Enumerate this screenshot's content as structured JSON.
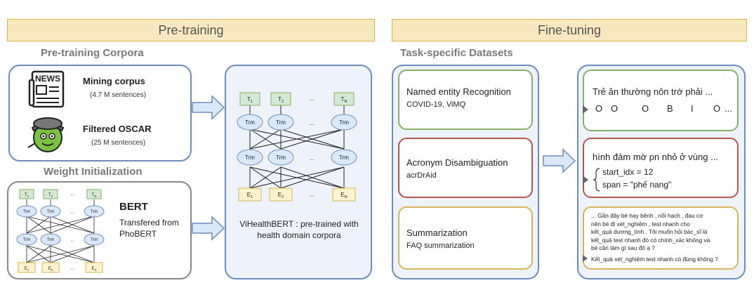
{
  "pretraining": {
    "banner": "Pre-training",
    "corpora_title": "Pre-training Corpora",
    "news_icon_text": "NEWS",
    "mining_label": "Mining corpus",
    "mining_count": "(4.7 M sentences)",
    "oscar_label": "Filtered OSCAR",
    "oscar_count": "(25 M sentences)",
    "weight_init_title": "Weight Initialization",
    "bert_label": "BERT",
    "bert_desc_1": "Transfered from",
    "bert_desc_2": "PhoBERT",
    "model_caption_1": "ViHealthBERT : pre-trained with",
    "model_caption_2": "health domain corpora"
  },
  "network": {
    "trm_label": "Trm",
    "t_labels": [
      "T",
      "T",
      "T"
    ],
    "t_subs": [
      "1",
      "2",
      "N"
    ],
    "e_labels": [
      "E",
      "E",
      "E"
    ],
    "e_subs": [
      "1",
      "2",
      "N"
    ],
    "ellipsis": "..."
  },
  "finetuning": {
    "banner": "Fine-tuning",
    "datasets_title": "Task-specific Datasets",
    "tasks": [
      {
        "name": "Named entity Recognition",
        "datasets": "COVID-19, ViMQ"
      },
      {
        "name": "Acronym Disambiguation",
        "datasets": "acrDrAid"
      },
      {
        "name": "Summarization",
        "datasets": "FAQ summarization"
      }
    ],
    "ner_example": "Trẻ ăn thường nôn trớ phải ...",
    "ner_tags": [
      "O",
      "O",
      "O",
      "B",
      "I",
      "O",
      "..."
    ],
    "acr_example": "hình đám mờ pn nhỏ ở vùng ...",
    "acr_start": "start_idx = 12",
    "acr_span": "span = \"phế nang\"",
    "sum_lines": [
      "... Gần đây bé hay bệnh , nổi hạch , đau cơ",
      "nên bé đi xét_nghiệm , test nhanh cho",
      "kết_quả dương_tính . Tôi muốn hỏi bác_sĩ là",
      "kết_quả test nhanh đó có chính_xác không và",
      "bé cần làm gì sau đó ạ ?"
    ],
    "sum_output": "Kết_quả xét_nghiệm test nhanh có đúng không ?"
  },
  "colors": {
    "banner_fill": "#f8e8bf",
    "panel_blue": "#6c8ebf",
    "green": "#82b366",
    "red": "#b85450",
    "yellow": "#d6b656"
  }
}
